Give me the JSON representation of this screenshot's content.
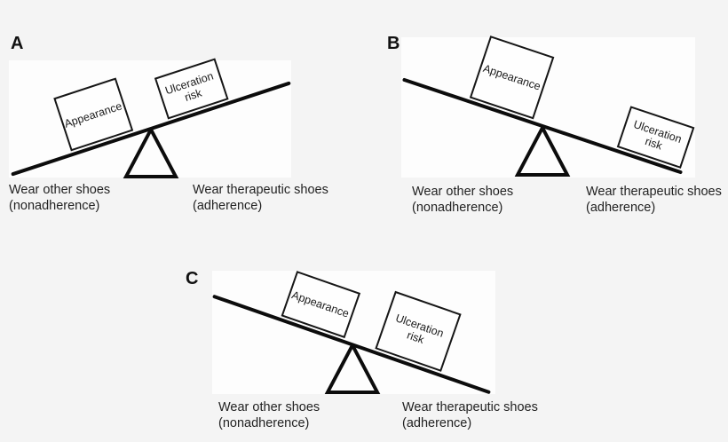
{
  "figure": {
    "description_labels": {
      "left_box": "Appearance",
      "right_box": "Ulceration risk"
    }
  },
  "colors": {
    "background": "#f4f4f4",
    "panel": "#fdfdfd",
    "ink": "#0c0c0c",
    "text": "#222222"
  },
  "panels": [
    {
      "label": "A",
      "left_box": "Appearance",
      "right_box": "Ulceration risk",
      "left_caption_1": "Wear other shoes",
      "left_caption_2": "(nonadherence)",
      "right_caption_1": "Wear therapeutic shoes",
      "right_caption_2": "(adherence)"
    },
    {
      "label": "B",
      "left_box": "Appearance",
      "right_box": "Ulceration risk",
      "left_caption_1": "Wear other shoes",
      "left_caption_2": "(nonadherence)",
      "right_caption_1": "Wear therapeutic shoes",
      "right_caption_2": "(adherence)"
    },
    {
      "label": "C",
      "left_box": "Appearance",
      "right_box": "Ulceration risk",
      "left_caption_1": "Wear other shoes",
      "left_caption_2": "(nonadherence)",
      "right_caption_1": "Wear therapeutic shoes",
      "right_caption_2": "(adherence)"
    }
  ]
}
